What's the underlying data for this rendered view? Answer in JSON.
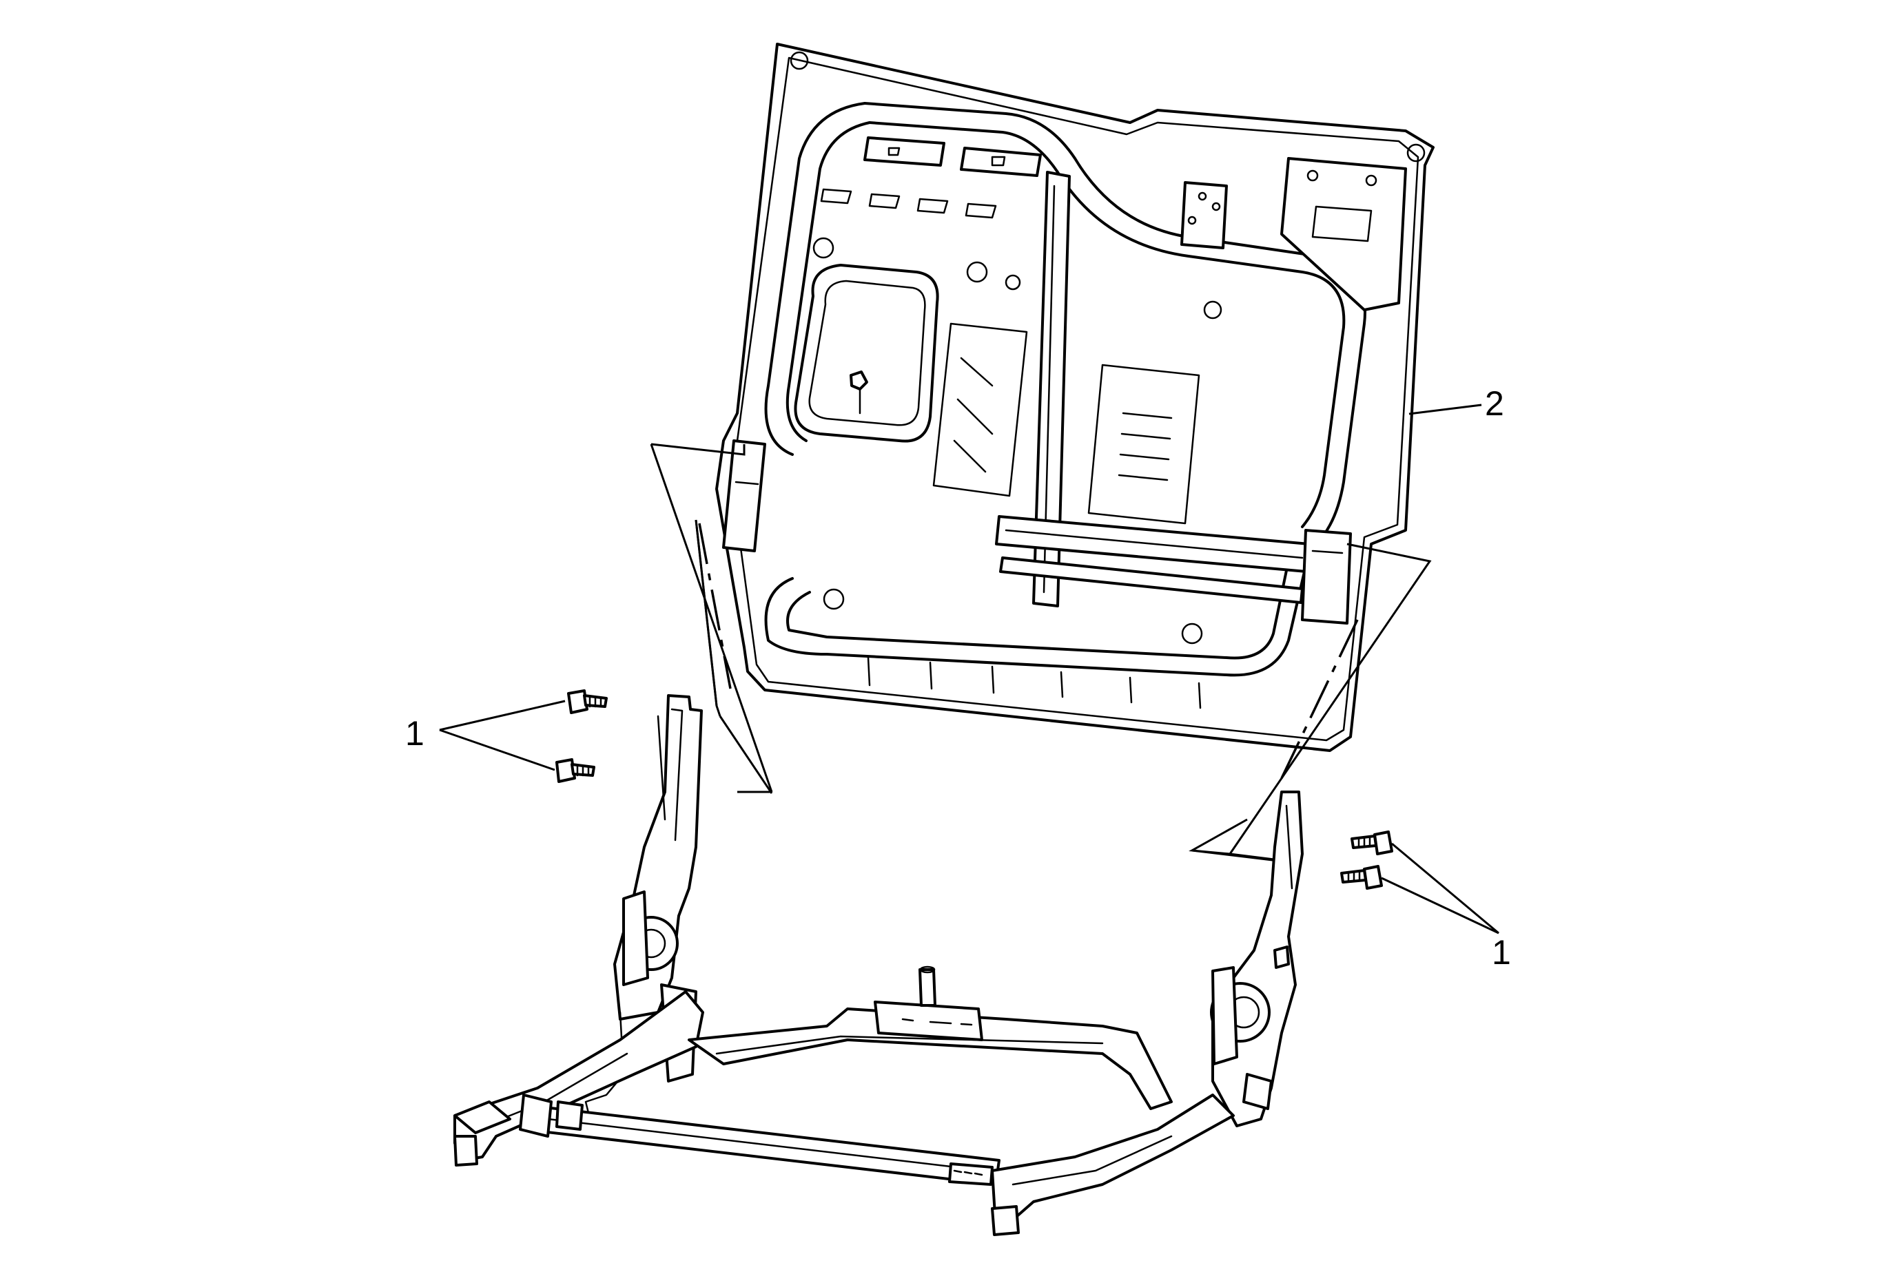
{
  "callouts": {
    "fasteners_left": "1",
    "seatback_frame": "2",
    "fasteners_right": "1"
  },
  "colors": {
    "line": "#000000",
    "background": "#ffffff"
  }
}
